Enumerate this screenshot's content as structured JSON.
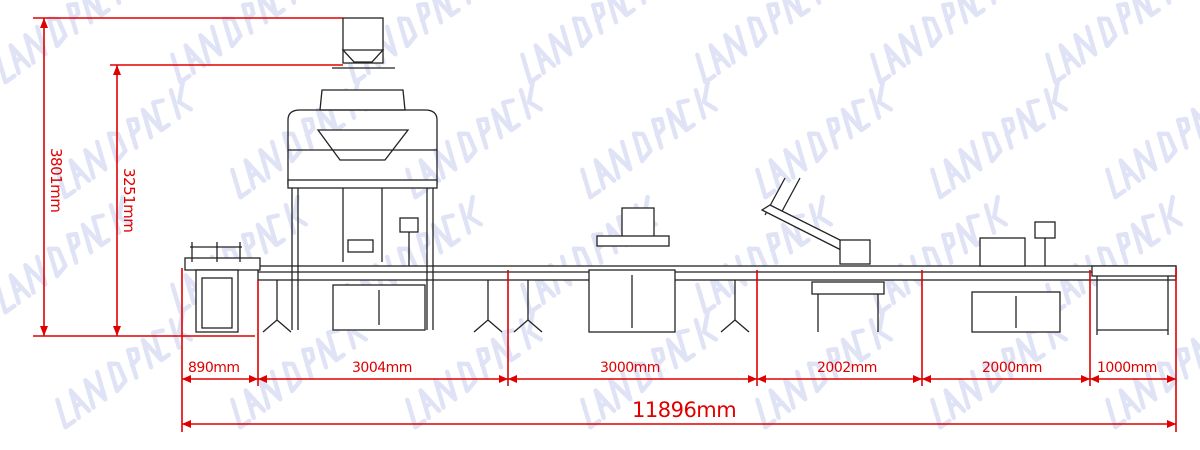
{
  "watermark": "LANDPACK",
  "heights": {
    "overall": "3801mm",
    "weigher": "3251mm"
  },
  "segments": [
    "890mm",
    "3004mm",
    "3000mm",
    "2002mm",
    "2000mm",
    "1000mm"
  ],
  "total_length": "11896mm",
  "colors": {
    "dimension": "#e00000",
    "watermark": "#dfe3f5",
    "drawing": "#222222"
  }
}
